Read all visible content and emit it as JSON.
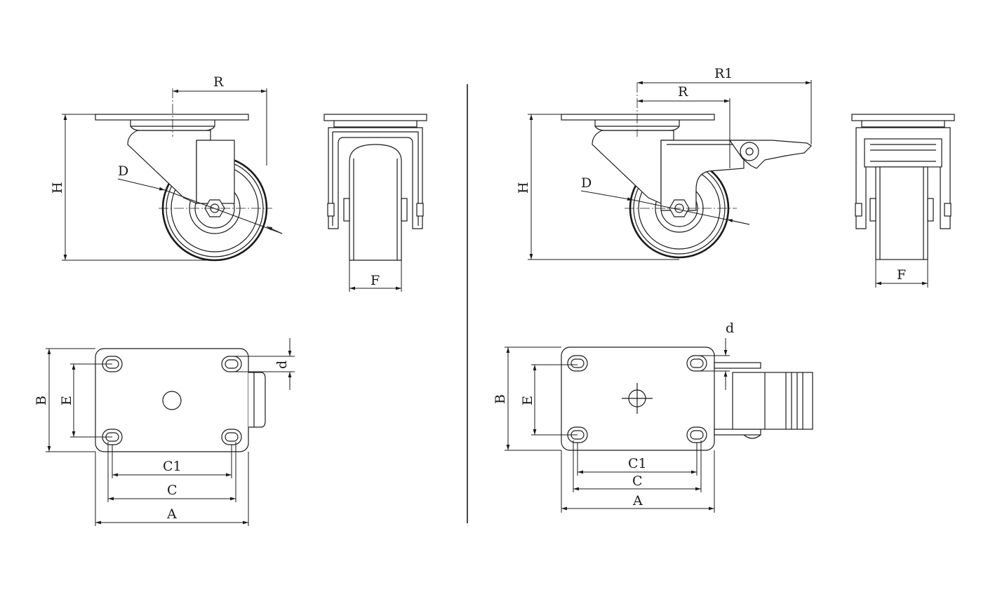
{
  "colors": {
    "line": "#1a1a1a",
    "background": "#ffffff"
  },
  "left": {
    "side_view": {
      "R": "R",
      "H": "H",
      "D": "D"
    },
    "front_view": {
      "F": "F"
    },
    "top_view": {
      "B": "B",
      "E": "E",
      "d": "d",
      "C1": "C1",
      "C": "C",
      "A": "A"
    }
  },
  "right": {
    "side_view": {
      "R1": "R1",
      "R": "R",
      "H": "H",
      "D": "D"
    },
    "front_view": {
      "F": "F"
    },
    "top_view": {
      "B": "B",
      "E": "E",
      "d": "d",
      "C1": "C1",
      "C": "C",
      "A": "A"
    }
  }
}
